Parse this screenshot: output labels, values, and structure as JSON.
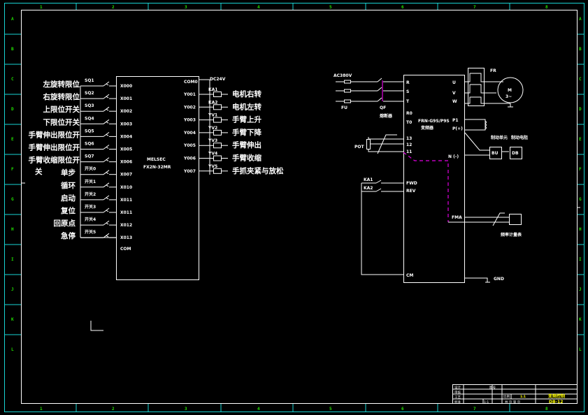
{
  "frame": {
    "column_labels": [
      "1",
      "2",
      "3",
      "4",
      "5",
      "6",
      "7",
      "8"
    ],
    "row_labels": [
      "A",
      "B",
      "C",
      "D",
      "E",
      "F",
      "G",
      "H",
      "I",
      "J",
      "K",
      "L"
    ],
    "colors": {
      "border": "#19d3d3",
      "grid_labels": "#22e000",
      "lines": "#ffffff",
      "shield": "#e000e0",
      "title_highlight": "#ffff00"
    }
  },
  "plc": {
    "model_line1": "MELSEC",
    "model_line2": "FX2N-32MR",
    "inputs": [
      {
        "desc": "左旋转限位",
        "switch": "SQ1",
        "terminal": "X000"
      },
      {
        "desc": "右旋转限位",
        "switch": "SQ2",
        "terminal": "X001"
      },
      {
        "desc": "上限位开关",
        "switch": "SQ3",
        "terminal": "X002"
      },
      {
        "desc": "下限位开关",
        "switch": "SQ4",
        "terminal": "X003"
      },
      {
        "desc": "手臂伸出限位开",
        "switch": "SQ5",
        "terminal": "X004"
      },
      {
        "desc": "手臂伸出限位开",
        "switch": "SQ6",
        "terminal": "X005"
      },
      {
        "desc": "手臂收缩限位开",
        "switch": "SQ7",
        "terminal": "X006"
      },
      {
        "desc": "单步",
        "switch": "开关0",
        "terminal": "X007"
      },
      {
        "desc": "循环",
        "switch": "开关1",
        "terminal": "X010"
      },
      {
        "desc": "启动",
        "switch": "开关2",
        "terminal": "X011"
      },
      {
        "desc": "复位",
        "switch": "开关3",
        "terminal": "X011"
      },
      {
        "desc": "回原点",
        "switch": "开关4",
        "terminal": "X012"
      },
      {
        "desc": "急停",
        "switch": "开关5",
        "terminal": "X013"
      }
    ],
    "wrap_text": "关",
    "input_common": "COM",
    "output_common": "COM0",
    "supply": "DC24V",
    "outputs": [
      {
        "terminal": "Y001",
        "coil": "KA1",
        "desc": "电机右转"
      },
      {
        "terminal": "Y002",
        "coil": "KA2",
        "desc": "电机左转"
      },
      {
        "terminal": "Y003",
        "coil": "YV1",
        "desc": "手臂上升"
      },
      {
        "terminal": "Y004",
        "coil": "YV2",
        "desc": "手臂下降"
      },
      {
        "terminal": "Y005",
        "coil": "YV3",
        "desc": "手臂伸出"
      },
      {
        "terminal": "Y006",
        "coil": "YV4",
        "desc": "手臂收缩"
      },
      {
        "terminal": "Y007",
        "coil": "YV5",
        "desc": "手抓夹紧与放松"
      }
    ]
  },
  "inverter": {
    "supply": "AC380V",
    "fuse": "FU",
    "breaker": "QF",
    "breaker_desc": "熔断器",
    "model_line1": "FRN-G9S/P9S",
    "model_line2": "变频器",
    "left_terminals": [
      "R",
      "S",
      "T",
      "R0",
      "T0",
      "13",
      "12",
      "11",
      "FWD",
      "REV",
      "CM"
    ],
    "right_terminals": [
      "U",
      "V",
      "W",
      "P1",
      "P(+)",
      "N (-)",
      "FMA"
    ],
    "relay": "FR",
    "motor_label": "M",
    "motor_phase": "3~",
    "pot": "POT",
    "relays": [
      "KA1",
      "KA2"
    ],
    "brake_unit_title": "制动单元",
    "brake_unit": "BU",
    "brake_res_title": "制动电阻",
    "brake_res": "DB",
    "meter_desc": "频率计量表",
    "ground": "GND"
  },
  "title_block": {
    "left_labels": [
      "设计",
      "审核",
      "工艺",
      "批准"
    ],
    "mid_label": "比例",
    "scale_label": "图号",
    "sheet_value": "1:1",
    "page_text": "共 页 第 页",
    "drawing_title": "变频控制",
    "drawing_number": "DB-12"
  }
}
